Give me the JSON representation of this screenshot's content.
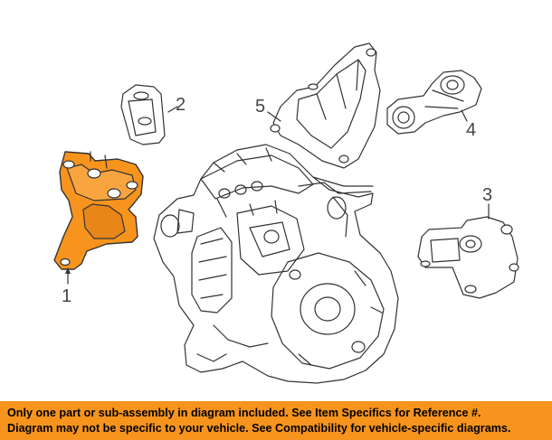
{
  "callouts": [
    {
      "number": "1",
      "part": "orange-mount"
    },
    {
      "number": "2",
      "part": "small-mount"
    },
    {
      "number": "3",
      "part": "right-mount"
    },
    {
      "number": "4",
      "part": "torque-rod-mount"
    },
    {
      "number": "5",
      "part": "bracket"
    }
  ],
  "colors": {
    "highlight_part": "#f7941d",
    "banner": "#f7941d",
    "line_art": "#333333"
  },
  "banner": {
    "line1": "Only one part or sub-assembly in diagram included. See Item Specifics for Reference #.",
    "line2": "Diagram may not be specific to your vehicle. See Compatibility for vehicle-specific diagrams."
  }
}
